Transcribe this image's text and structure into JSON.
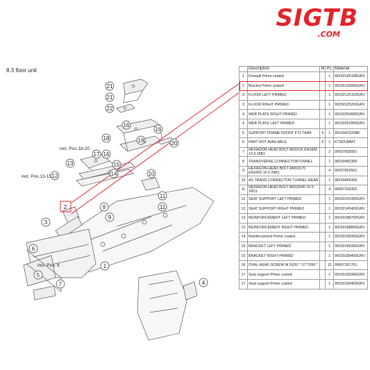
{
  "brand": {
    "name": "SIGTB",
    "domain": ".COM",
    "color": "#e0242a"
  },
  "section_title": "8.3  floor unit",
  "diagram": {
    "callouts": [
      "1",
      "2",
      "3",
      "4",
      "5",
      "6",
      "7",
      "8",
      "9",
      "10",
      "11",
      "12",
      "13",
      "14",
      "15",
      "16",
      "17",
      "18",
      "19",
      "20",
      "21",
      "22"
    ],
    "notes": {
      "incl_18_20": "incl. Pos.18-20",
      "incl_13_15": "incl. Pos.13-15",
      "incl_6": "incl. Pos. 6"
    },
    "highlight_color": "#e0242a"
  },
  "table": {
    "headers": {
      "num": "",
      "description": "Description",
      "m": "M",
      "pc": "Pc.",
      "material": "Material"
    },
    "rows": [
      {
        "num": "1",
        "description": "Firewall Prime coated",
        "m": "",
        "pc": "1",
        "material": "99150195108GRV"
      },
      {
        "num": "2",
        "description": "Bracket Prime coated",
        "m": "",
        "pc": "1",
        "material": "99150130900GRV"
      },
      {
        "num": "3",
        "description": "FLOOR LEFT PRIMED",
        "m": "",
        "pc": "1",
        "material": "99150125103GRV"
      },
      {
        "num": "3",
        "description": "FLOOR RIGHT PRIMED",
        "m": "",
        "pc": "1",
        "material": "99150125203GRV"
      },
      {
        "num": "4",
        "description": "WEB PLATE RIGHT PRIMED",
        "m": "",
        "pc": "1",
        "material": "99150264000GRV"
      },
      {
        "num": "4",
        "description": "WEB PLATE LEFT PRIMED",
        "m": "",
        "pc": "1",
        "material": "99150263900GRV"
      },
      {
        "num": "5",
        "description": "SUPPORT FRAME FRONT FT3 TANK",
        "m": "X",
        "pc": "1",
        "material": "99150423338B"
      },
      {
        "num": "6",
        "description": "PART NOT AVAILABLE",
        "m": "X",
        "pc": "1",
        "material": "KTSDUMMY"
      },
      {
        "num": "7",
        "description": "HEXAGON HEAD BOLT M10X16 EN1665 10.9 26B1",
        "m": "",
        "pc": "2",
        "material": "90037835001"
      },
      {
        "num": "8",
        "description": "TRANSVERSE CONNECTORTUNNEL",
        "m": "",
        "pc": "1",
        "material": "98150482300"
      },
      {
        "num": "9",
        "description": "HEXAGON-HEAD BOLT AM10X70 EN1665 10.9 26B1",
        "m": "",
        "pc": "4",
        "material": "90037825501"
      },
      {
        "num": "10",
        "description": "AS TRANS.CONNECTOR TUNNEL,REAR",
        "m": "",
        "pc": "1",
        "material": "98150465300"
      },
      {
        "num": "11",
        "description": "HEXAGON HEAD BOLT AM10X40 10.9 26D1",
        "m": "",
        "pc": "4",
        "material": "99907206302"
      },
      {
        "num": "12",
        "description": "SEAT SUPPORT LEFT PRIMED",
        "m": "",
        "pc": "1",
        "material": "99150145300GRV"
      },
      {
        "num": "12",
        "description": "SEAT SUPPORT RIGHT PRIMED",
        "m": "",
        "pc": "1",
        "material": "99150145400GRV"
      },
      {
        "num": "13",
        "description": "REINFORCEMENT LEFT PRIMED",
        "m": "",
        "pc": "1",
        "material": "99150188700GRV"
      },
      {
        "num": "13",
        "description": "REINFORCEMENT RIGHT PRIMED",
        "m": "",
        "pc": "1",
        "material": "99150188800GRV"
      },
      {
        "num": "14",
        "description": "Reinforcement Prime coated",
        "m": "",
        "pc": "1",
        "material": "99150158300GRV"
      },
      {
        "num": "15",
        "description": "BRACKET LEFT PRIMED",
        "m": "",
        "pc": "1",
        "material": "99150189300GRV"
      },
      {
        "num": "15",
        "description": "BRACKET RIGHT PRIMED",
        "m": "",
        "pc": "1",
        "material": "99150189400GRV"
      },
      {
        "num": "16",
        "description": "OVAL-HEAD SCREW M 5X20 * ST T650 *",
        "m": "",
        "pc": "12",
        "material": "99907391701"
      },
      {
        "num": "17",
        "description": "Seat support Prime coated",
        "m": "",
        "pc": "1",
        "material": "99150199300GRV"
      },
      {
        "num": "17",
        "description": "Seat support Prime coated",
        "m": "",
        "pc": "1",
        "material": "99150199400GRV"
      }
    ]
  }
}
